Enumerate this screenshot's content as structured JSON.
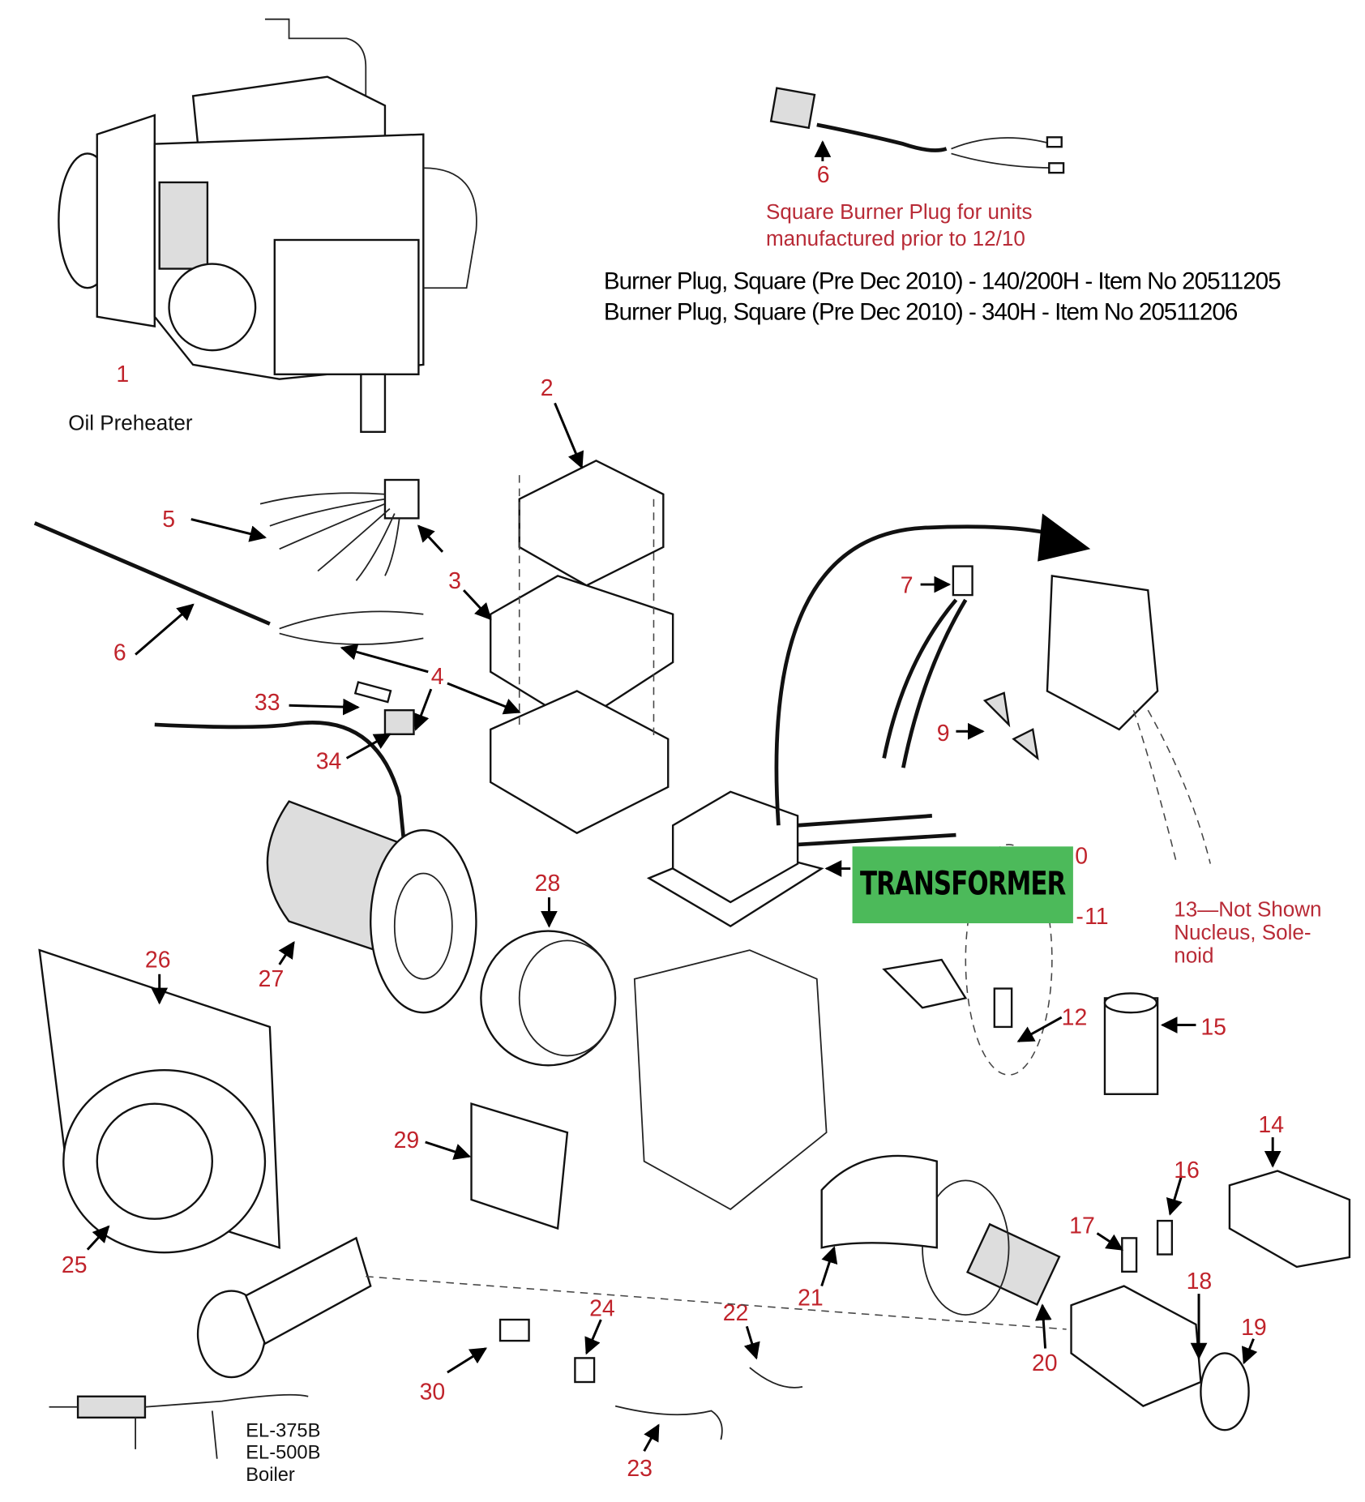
{
  "preheater": {
    "number": "1",
    "label": "Oil Preheater"
  },
  "square_plug": {
    "number": "6",
    "note_line1": "Square Burner Plug for units",
    "note_line2": "manufactured prior to 12/10",
    "item_line1": "Burner Plug, Square (Pre Dec 2010) - 140/200H - Item No 20511205",
    "item_line2": "Burner Plug, Square (Pre Dec 2010) - 340H - Item No 20511206"
  },
  "callouts": {
    "c2": "2",
    "c3": "3",
    "c4": "4",
    "c5": "5",
    "c6": "6",
    "c7": "7",
    "c9": "9",
    "c10": "0",
    "c11": "11",
    "c12": "12",
    "c14": "14",
    "c15": "15",
    "c16": "16",
    "c17": "17",
    "c18": "18",
    "c19": "19",
    "c20": "20",
    "c21": "21",
    "c22": "22",
    "c23": "23",
    "c24": "24",
    "c25": "25",
    "c26": "26",
    "c27": "27",
    "c28": "28",
    "c29": "29",
    "c30": "30",
    "c33": "33",
    "c34": "34"
  },
  "note13": {
    "line1": "13—Not Shown",
    "line2": "Nucleus, Sole-",
    "line3": "noid"
  },
  "transformer_label": "TRANSFORMER",
  "boiler": {
    "line1": "EL-375B",
    "line2": "EL-500B",
    "line3": "Boiler"
  },
  "colors": {
    "callout": "#c0232b",
    "transformer_bg": "#4cba5a"
  }
}
